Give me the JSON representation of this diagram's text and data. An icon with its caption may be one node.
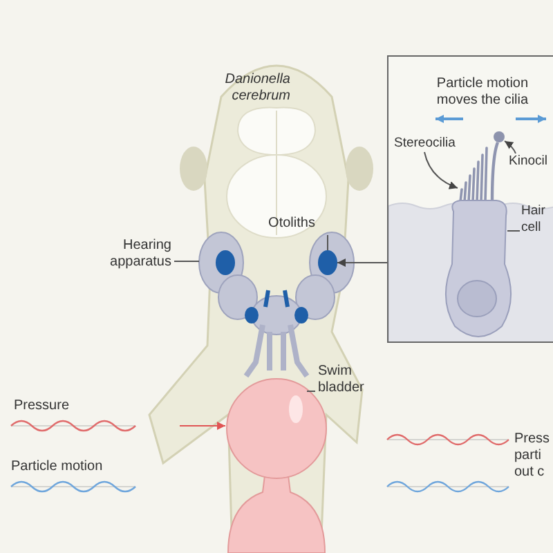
{
  "diagram": {
    "nodes": [
      {
        "text": [
          "Hearing apparatus"
        ]
      },
      {
        "text": [],
        "shape": "picture"
      },
      {
        "text": [
          "Otoliths"
        ]
      },
      {
        "text": [],
        "shape": "picture",
        "in": 1
      },
      {
        "text": [
          "Swim bladder"
        ]
      },
      {
        "text": [],
        "shape": "picture"
      },
      {
        "text": [
          "Particle motion moves the cilia"
        ]
      },
      {
        "text": [
          "Stereocilia"
        ],
        "in": 6
      },
      {
        "text": [],
        "shape": "picture",
        "in": 6
      },
      {
        "text": [
          "Kinocil"
        ],
        "in": 6
      },
      {
        "text": [],
        "shape": "picture",
        "in": 6
      },
      {
        "text": [
          "Hair cell"
        ],
        "in": 6
      },
      {
        "text": [],
        "shape": "picture",
        "in": 6
      }
    ],
    "edges": [
      {
        "from": 0,
        "to": 1,
        "arrow": "none"
      },
      {
        "from": 2,
        "to": 3,
        "arrow": "none"
      },
      {
        "from": 4,
        "to": 5,
        "arrow": "none"
      },
      {
        "from": 6,
        "to": 3,
        "arrow": "to"
      },
      {
        "from": 7,
        "to": 8,
        "arrow": "to"
      },
      {
        "from": 9,
        "to": 10,
        "arrow": "to"
      },
      {
        "from": 11,
        "to": 12,
        "arrow": "none"
      },
      {
        "from": null,
        "to": 5,
        "arrow": "to",
        "color": "#e05555"
      }
    ],
    "labels": [
      "Danionella cerebrum",
      "Pressure",
      "Particle motion",
      "Press parti out c"
    ]
  }
}
